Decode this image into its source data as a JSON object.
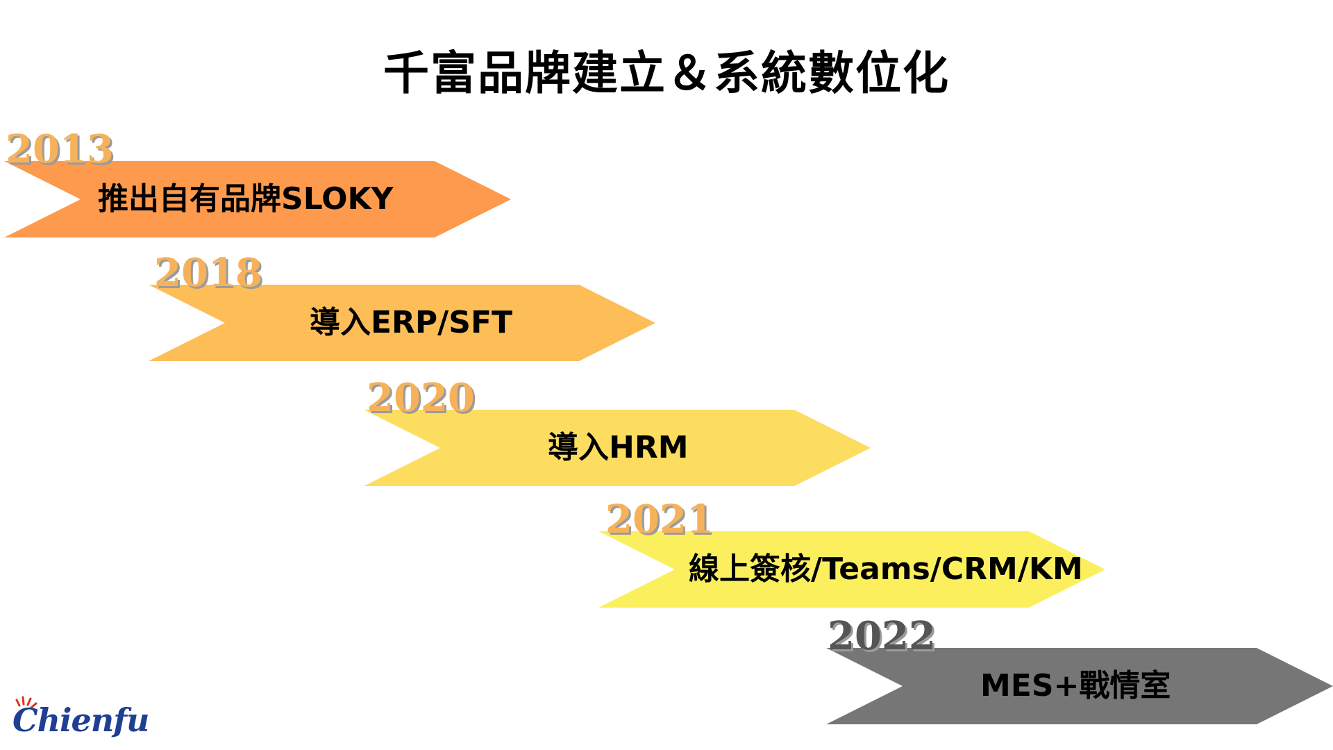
{
  "title": "千富品牌建立＆系統數位化",
  "colors": {
    "step1": "#fd9a4d",
    "step2": "#fdbd57",
    "step3": "#fddd5f",
    "step4": "#fcef5d",
    "step5": "#767676",
    "year_text": "#f6b25a",
    "year_last": "#555555",
    "logo": "#1f3f93",
    "logo_mark": "#e0301e"
  },
  "steps": [
    {
      "year": "2013",
      "label": "推出自有品牌SLOKY"
    },
    {
      "year": "2018",
      "label": "導入ERP/SFT"
    },
    {
      "year": "2020",
      "label": "導入HRM"
    },
    {
      "year": "2021",
      "label": "線上簽核/Teams/CRM/KM"
    },
    {
      "year": "2022",
      "label": "MES+戰情室"
    }
  ],
  "logo": {
    "text": "Chienfu",
    "icon": "chienfu-logo-icon"
  }
}
